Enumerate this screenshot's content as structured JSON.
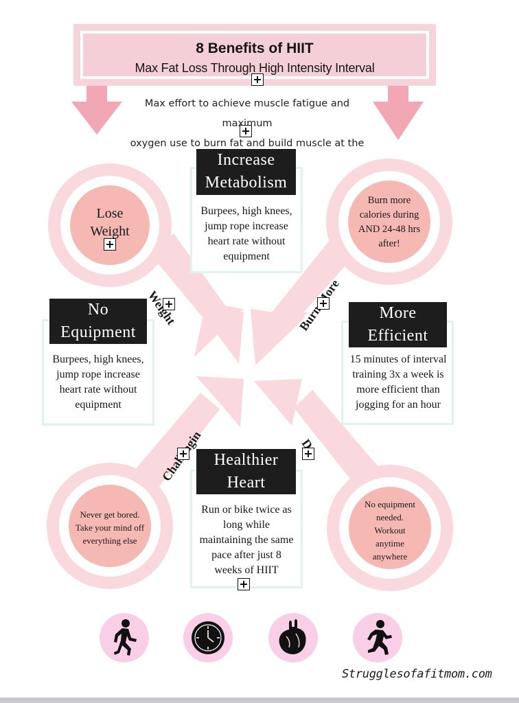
{
  "header": {
    "title": "8 Benefits of HIIT",
    "subtitle": "Max Fat Loss Through High Intensity Interval"
  },
  "intro": {
    "line1": "Max effort to achieve muscle fatigue and maximum",
    "line2": "oxygen use to burn fat and build muscle at the same"
  },
  "cards": {
    "metabolism": {
      "title_line1": "Increase",
      "title_line2": "Metabolism",
      "body": [
        "Burpees, high knees,",
        "jump rope increase",
        "heart rate without",
        "equipment"
      ]
    },
    "equipment": {
      "title_line1": "No",
      "title_line2": "Equipment",
      "body": [
        "Burpees, high knees,",
        "jump rope increase",
        "heart rate without",
        "equipment"
      ]
    },
    "efficient": {
      "title_line1": "More",
      "title_line2": "Efficient",
      "body": [
        "15 minutes of interval",
        "training 3x a week is",
        "more efficient than",
        "jogging for an hour"
      ]
    },
    "heart": {
      "title_line1": "Healthier",
      "title_line2": "Heart",
      "body": [
        "Run or bike twice as",
        "long while",
        "maintaining the same",
        "pace after just 8",
        "weeks of HIIT"
      ]
    }
  },
  "circles": {
    "top_left": [
      "Lose",
      "Weight"
    ],
    "top_right": [
      "Burn more",
      "calories during",
      "AND 24-48 hrs",
      "after!"
    ],
    "bottom_left": [
      "Never get bored.",
      "Take your mind off",
      "everything else"
    ],
    "bottom_right": [
      "No equipment",
      "needed.",
      "Workout",
      "anytime",
      "anywhere"
    ]
  },
  "diagonals": {
    "weight": "Weight",
    "burn_more": "Burn More",
    "challenging": "Challengin",
    "do": "Do"
  },
  "icons": [
    "walking-person-icon",
    "clock-icon",
    "heart-icon",
    "running-child-icon"
  ],
  "footer": {
    "site": "Strugglesofafitmom.com"
  },
  "colors": {
    "pink_light": "#f9d8de",
    "pink_mid": "#f3b3b0",
    "arrow_pink": "#f1a4b2",
    "dark_box": "#1d1d1d",
    "green_frame": "#dff4ea",
    "icon_bubble": "#f9cfe8"
  }
}
